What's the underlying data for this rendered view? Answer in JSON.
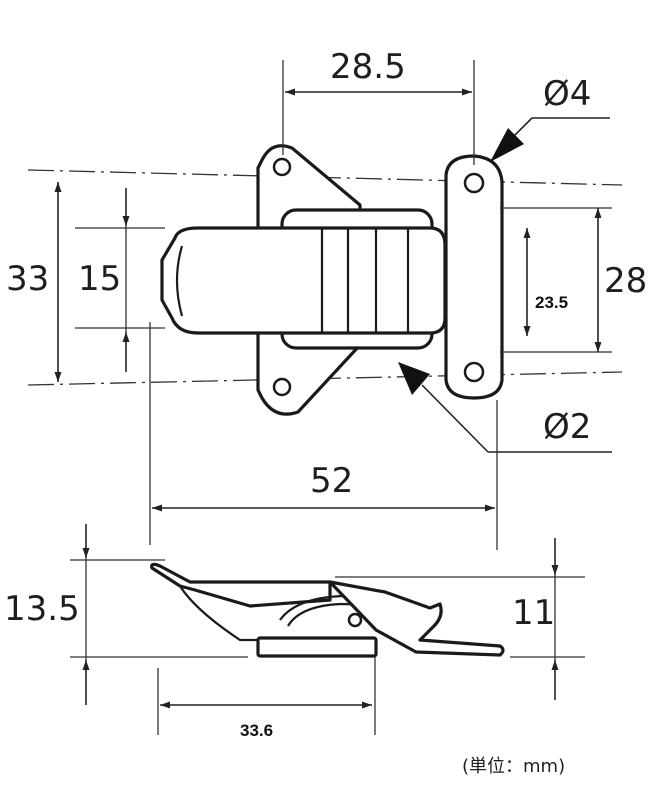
{
  "dimensions": {
    "hole_spacing_top": "28.5",
    "large_hole_diameter": "Ø4",
    "overall_height_left": "33",
    "latch_height": "15",
    "hook_plate_height": "28",
    "hook_hole_spacing": "23.5",
    "small_hole_diameter": "Ø2",
    "overall_width": "52",
    "side_height_left": "13.5",
    "side_height_right": "11",
    "base_length": "33.6"
  },
  "unit_note": "(単位：mm)"
}
